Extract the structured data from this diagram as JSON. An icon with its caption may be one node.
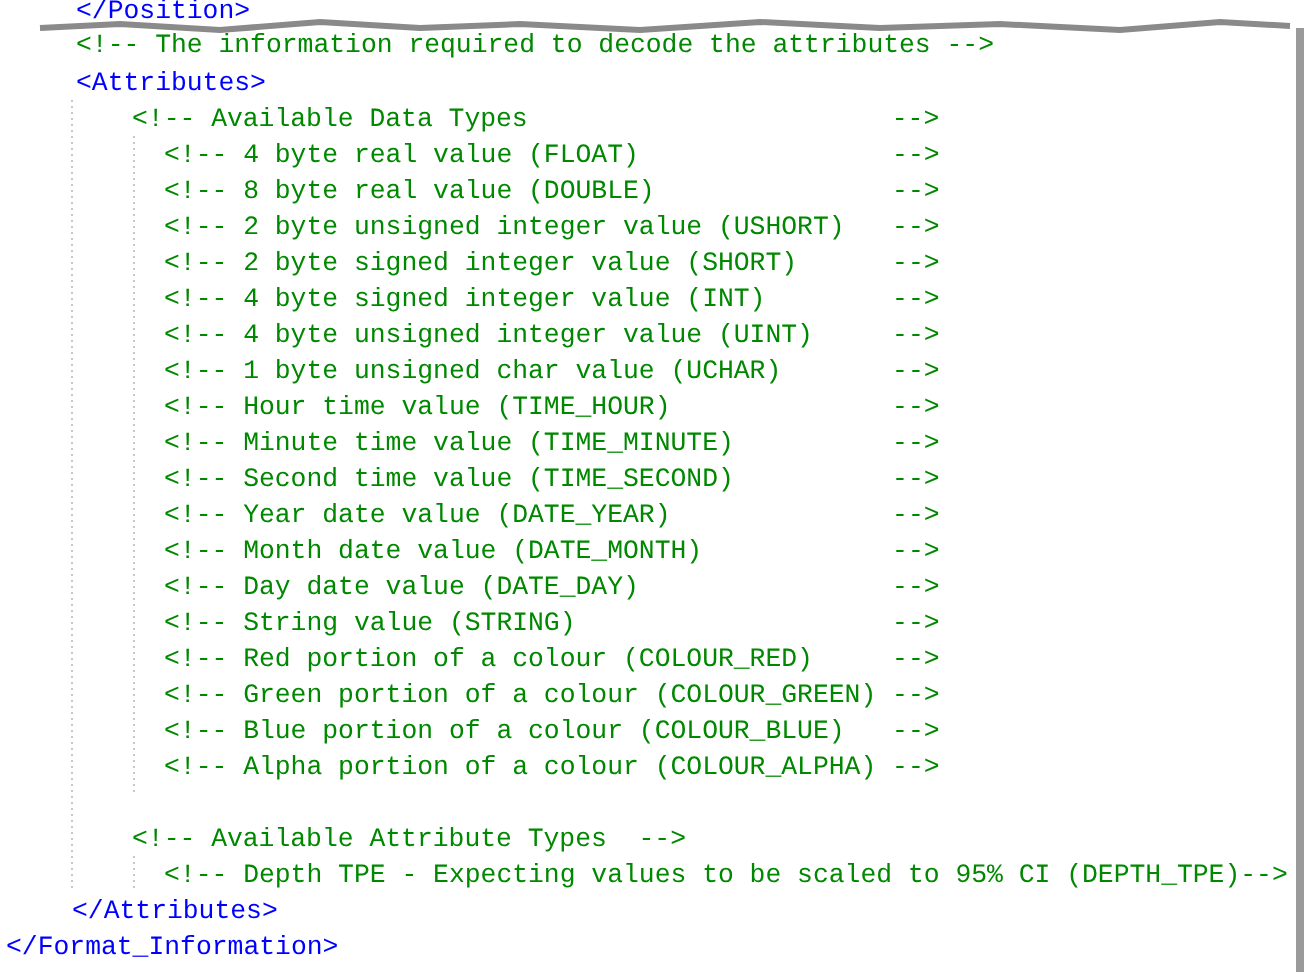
{
  "diagram": {
    "labels": [
      "</Position>",
      "<!-- The information required to decode the attributes -->",
      "<Attributes>",
      "<!-- Available Data Types                       -->",
      "<!-- 4 byte real value (FLOAT)                -->",
      "<!-- 8 byte real value (DOUBLE)               -->",
      "<!-- 2 byte unsigned integer value (USHORT)   -->",
      "<!-- 2 byte signed integer value (SHORT)      -->",
      "<!-- 4 byte signed integer value (INT)        -->",
      "<!-- 4 byte unsigned integer value (UINT)     -->",
      "<!-- 1 byte unsigned char value (UCHAR)       -->",
      "<!-- Hour time value (TIME_HOUR)              -->",
      "<!-- Minute time value (TIME_MINUTE)          -->",
      "<!-- Second time value (TIME_SECOND)          -->",
      "<!-- Year date value (DATE_YEAR)              -->",
      "<!-- Month date value (DATE_MONTH)            -->",
      "<!-- Day date value (DATE_DAY)                -->",
      "<!-- String value (STRING)                    -->",
      "<!-- Red portion of a colour (COLOUR_RED)     -->",
      "<!-- Green portion of a colour (COLOUR_GREEN) -->",
      "<!-- Blue portion of a colour (COLOUR_BLUE)   -->",
      "<!-- Alpha portion of a colour (COLOUR_ALPHA) -->",
      "<!-- Available Attribute Types  -->",
      "<!-- Depth TPE - Expecting values to be scaled to 95% CI (DEPTH_TPE)-->",
      "</Attributes>",
      "</Format_Information>"
    ]
  }
}
